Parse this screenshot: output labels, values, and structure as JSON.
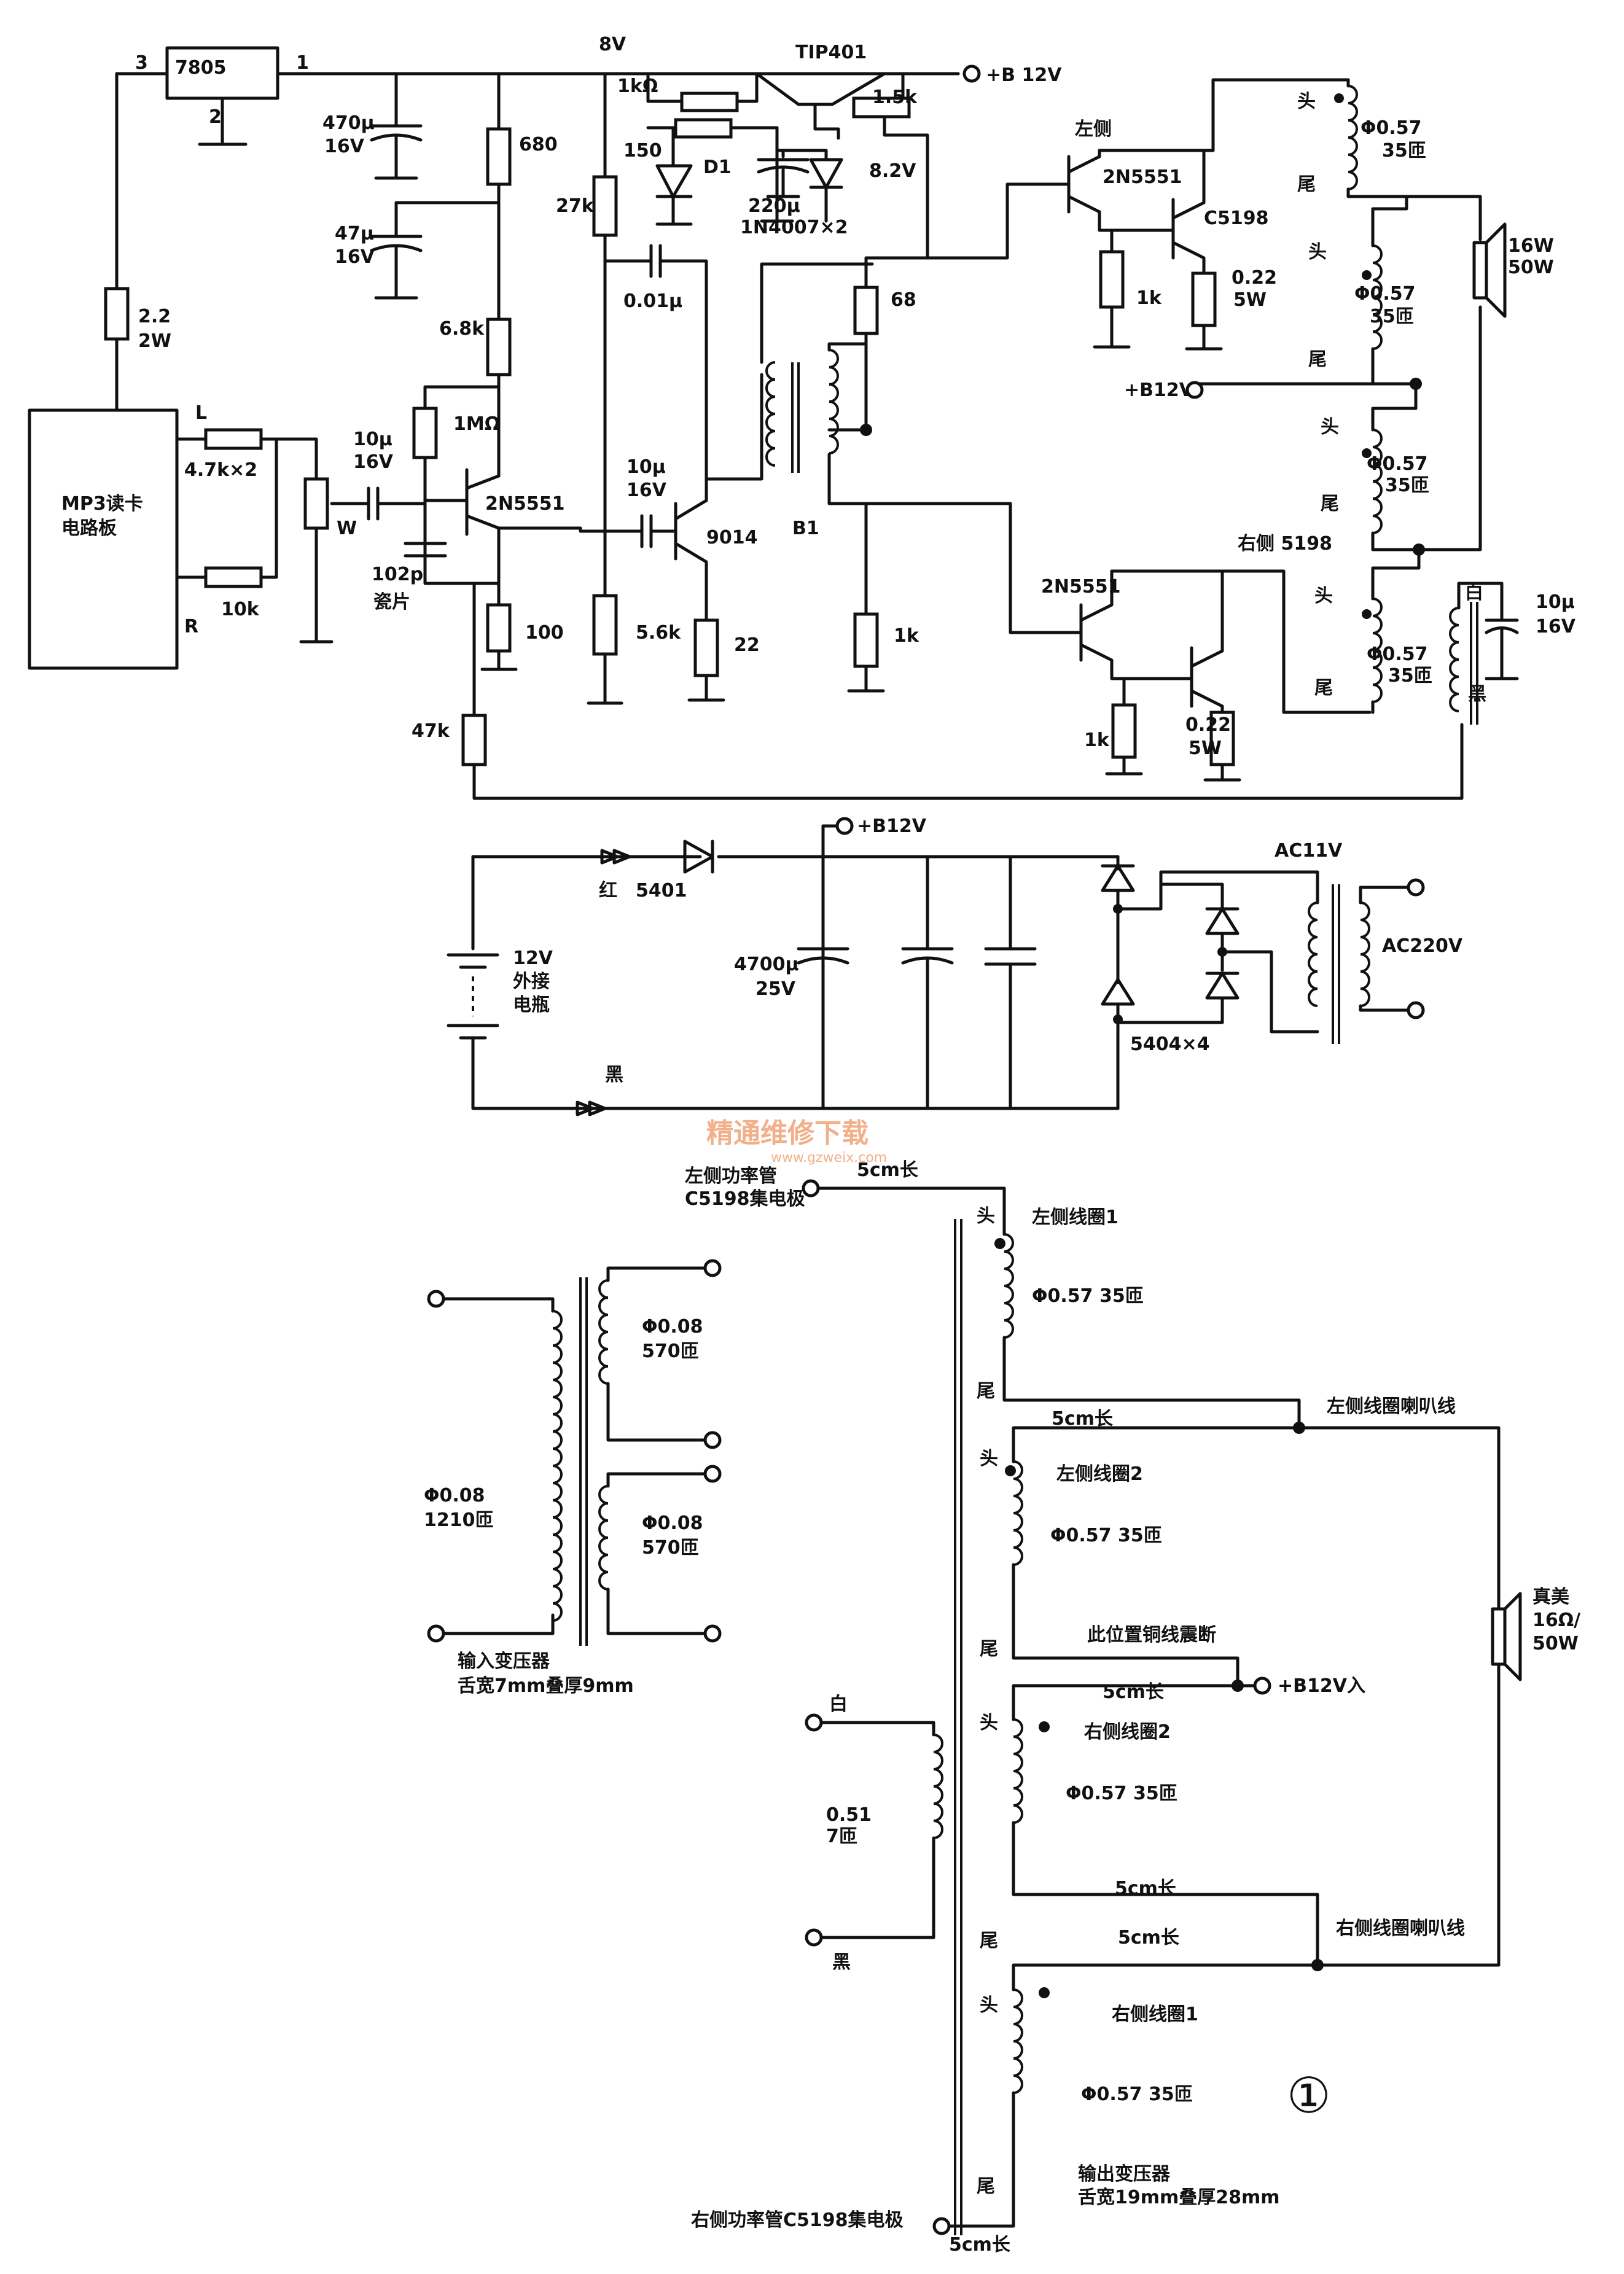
{
  "main_circuit": {
    "reg": "7805",
    "reg_pin1": "1",
    "reg_pin2": "2",
    "reg_pin3": "3",
    "node_8v": "8V",
    "tip": "TIP401",
    "b12": "+B 12V",
    "c470_a": "470μ",
    "c470_b": "16V",
    "r680": "680",
    "c47_a": "47μ",
    "c47_b": "16V",
    "r1k_top": "1kΩ",
    "r150": "150",
    "d1": "D1",
    "r15k": "1.5k",
    "c220": "220μ",
    "z82": "8.2V",
    "d1n": "1N4007×2",
    "r27k": "27k",
    "c001": "0.01μ",
    "r68": "68",
    "r68k": "6.8k",
    "r22": "2.2",
    "r22w": "2W",
    "mp3_a": "MP3读卡",
    "mp3_b": "电路板",
    "l": "L",
    "r47kx2": "4.7k×2",
    "r1m": "1MΩ",
    "c10u_a": "10μ",
    "c10u_b": "16V",
    "q1": "2N5551",
    "w": "W",
    "r10k": "10k",
    "rr": "R",
    "c102p": "102p",
    "ceramic": "瓷片",
    "r100": "100",
    "c10u2_a": "10μ",
    "c10u2_b": "16V",
    "q9014": "9014",
    "r56k": "5.6k",
    "r22ohm": "22",
    "b1": "B1",
    "r1k_b": "1k",
    "r47k": "47k",
    "left": "左侧",
    "ql1": "2N5551",
    "ql2": "C5198",
    "rl1k": "1k",
    "rl022": "0.22",
    "rl5w": "5W",
    "b12v_mid": "+B12V",
    "right": "右侧 5198",
    "qr1": "2N5551",
    "rr1k": "1k",
    "rr022": "0.22",
    "rr5w": "5W",
    "head": "头",
    "tail": "尾",
    "coil_a": "Φ0.57",
    "coil_b": "35匝",
    "spk_a": "16W",
    "spk_b": "50W",
    "white": "白",
    "black": "黑",
    "c10u3_a": "10μ",
    "c10u3_b": "16V"
  },
  "power_supply": {
    "b12v": "+B12V",
    "red": "红",
    "d5401": "5401",
    "bat_a": "12V",
    "bat_b": "外接",
    "bat_c": "电瓶",
    "c4700_a": "4700μ",
    "c4700_b": "25V",
    "ac11": "AC11V",
    "ac220": "AC220V",
    "bridge": "5404×4",
    "black": "黑"
  },
  "watermark": {
    "cn": "精通维修下载",
    "en": "www.gzweix.com"
  },
  "coils": {
    "left_tr_a": "左侧功率管",
    "left_tr_b": "C5198集电极",
    "len5cm": "5cm长",
    "left_coil1": "左侧线圈1",
    "left_coil2": "左侧线圈2",
    "coil_spec": "Φ0.57  35匝",
    "left_spk": "左侧线圈喇叭线",
    "break": "此位置铜线震断",
    "b12in": "+B12V入",
    "right_coil2": "右侧线圈2",
    "right_spk": "右侧线圈喇叭线",
    "right_coil1": "右侧线圈1",
    "right_tr": "右侧功率管C5198集电极",
    "out_tr_a": "输出变压器",
    "out_tr_b": "舌宽19mm叠厚28mm",
    "in_primary_a": "Φ0.08",
    "in_primary_b": "1210匝",
    "in_sec_a": "Φ0.08",
    "in_sec_b": "570匝",
    "in_tr_a": "输入变压器",
    "in_tr_b": "舌宽7mm叠厚9mm",
    "white": "白",
    "black": "黑",
    "fb_a": "0.51",
    "fb_b": "7匝",
    "head": "头",
    "tail": "尾",
    "spk_a": "真美",
    "spk_b": "16Ω/",
    "spk_c": "50W",
    "fig": "①"
  }
}
